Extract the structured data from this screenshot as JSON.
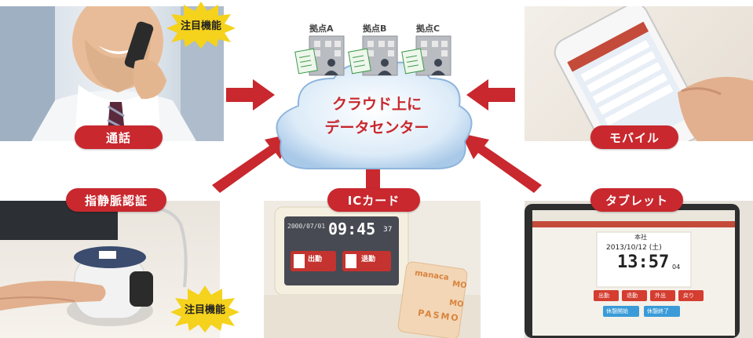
{
  "cloud": {
    "line1": "クラウド上に",
    "line2": "データセンター"
  },
  "sites": [
    {
      "label": "拠点A"
    },
    {
      "label": "拠点B"
    },
    {
      "label": "拠点C"
    }
  ],
  "labels": {
    "call": "通話",
    "mobile": "モバイル",
    "vein": "指静脈認証",
    "iccard": "ICカード",
    "tablet": "タブレット"
  },
  "badges": {
    "top": "注目機能",
    "bottom": "注目機能"
  },
  "iccard_screen": {
    "date": "2000/07/01",
    "time": "09:45",
    "seconds": "37",
    "in": "出勤",
    "out": "退勤"
  },
  "card_text": {
    "line1": "manaca",
    "line2": "PASMO",
    "mo1": "MO",
    "mo2": "MO"
  },
  "tablet_screen": {
    "place": "本社",
    "date": "2013/10/12 (土)",
    "time": "13:57",
    "seconds": "04",
    "buttons": [
      "出勤",
      "退勤",
      "外出",
      "戻り",
      "休憩開始",
      "休憩終了"
    ]
  },
  "colors": {
    "accent": "#c8282e",
    "cloud": "#cfe3f5",
    "burst": "#f5d21c"
  }
}
